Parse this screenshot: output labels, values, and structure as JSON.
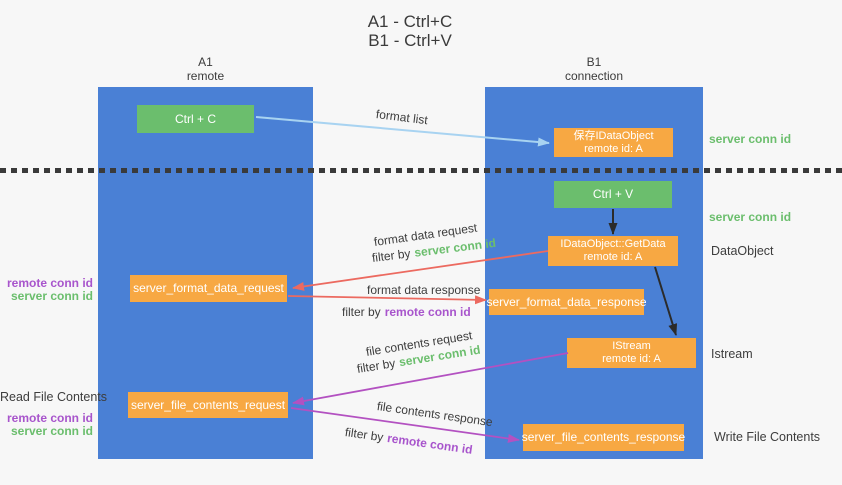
{
  "title": {
    "line1": "A1 - Ctrl+C",
    "line2": "B1 - Ctrl+V"
  },
  "lanes": {
    "left": {
      "name": "A1",
      "subtitle": "remote"
    },
    "right": {
      "name": "B1",
      "subtitle": "connection"
    }
  },
  "nodes": {
    "ctrl_c": "Ctrl + C",
    "ctrl_v": "Ctrl + V",
    "save_dataobject": {
      "line1": "保存IDataObject",
      "line2": "remote id: A"
    },
    "getdata": {
      "line1": "IDataObject::GetData",
      "line2": "remote id: A"
    },
    "istream": {
      "line1": "IStream",
      "line2": "remote id: A"
    },
    "format_request": "server_format_data_request",
    "format_response": "server_format_data_response",
    "file_request": "server_file_contents_request",
    "file_response": "server_file_contents_response"
  },
  "arrow_labels": {
    "format_list": "format list",
    "format_data_request": "format data request",
    "format_data_response": "format data response",
    "file_contents_request": "file contents request",
    "file_contents_response": "file contents response",
    "filter_by": "filter by",
    "server_conn_id": "server conn id",
    "remote_conn_id": "remote conn id"
  },
  "side_labels": {
    "server_conn_id_top": "server conn id",
    "server_conn_id_mid": "server conn id",
    "dataobject": "DataObject",
    "istream": "Istream",
    "write_file_contents": "Write File Contents",
    "read_file_contents": "Read File Contents",
    "remote_conn_id": "remote conn id",
    "server_conn_id": "server conn id"
  },
  "colors": {
    "background": "#f7f7f7",
    "lane_blue": "#4a80d5",
    "box_green": "#6bbe6d",
    "box_orange": "#f7a843",
    "arrow_light_blue": "#a8d3f1",
    "arrow_red": "#ec6a60",
    "arrow_purple": "#b351c1",
    "arrow_black": "#2b2b2b",
    "text_green": "#6bbe6d",
    "text_purple": "#a855cc",
    "text_dark": "#3d3d3d"
  }
}
